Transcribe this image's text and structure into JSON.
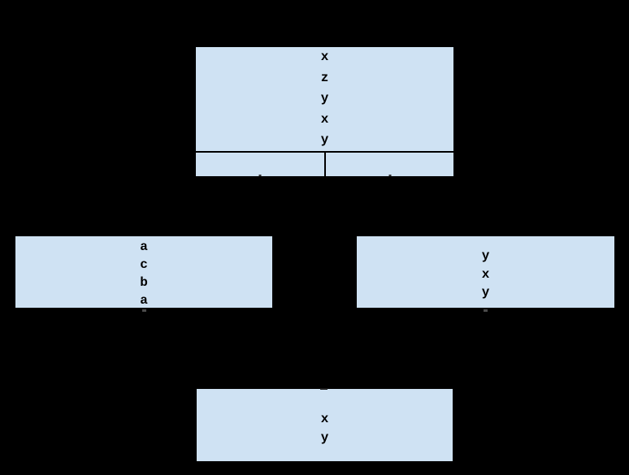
{
  "colors": {
    "background": "#000000",
    "box_fill": "#cfe2f3",
    "line": "#000000",
    "text": "#000000"
  },
  "diagram": {
    "top_box": {
      "lines": [
        "x",
        "z",
        "y",
        "x",
        "y"
      ],
      "footer_cells": [
        "",
        ""
      ]
    },
    "left_box": {
      "lines": [
        "a",
        "c",
        "b",
        "a"
      ]
    },
    "right_box": {
      "lines": [
        "y",
        "x",
        "y"
      ]
    },
    "bottom_box": {
      "lines": [
        "x",
        "y"
      ]
    }
  }
}
